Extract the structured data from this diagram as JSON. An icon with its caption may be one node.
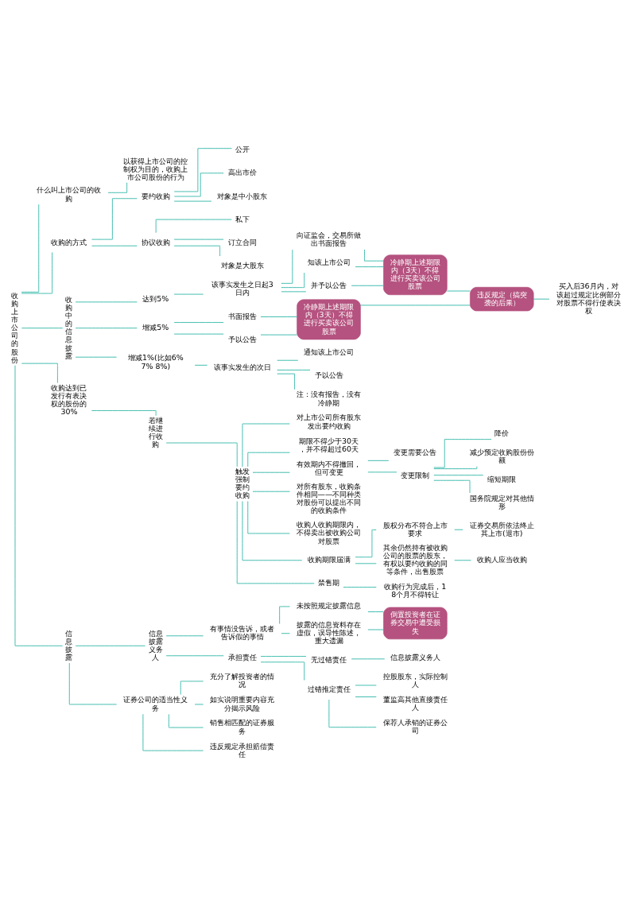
{
  "diagram": {
    "nodes": [
      {
        "text": [
          "收购上市公司的股份"
        ]
      },
      {
        "text": [
          "什么叫上市公司的收购"
        ]
      },
      {
        "text": [
          "以获得上市公司的控制权为目的，收购上市公司股份的行为"
        ]
      },
      {
        "text": [
          "收购的方式"
        ]
      },
      {
        "text": [
          "要约收购"
        ]
      },
      {
        "text": [
          "公开"
        ]
      },
      {
        "text": [
          "高出市价"
        ]
      },
      {
        "text": [
          "对象是中小股东"
        ]
      },
      {
        "text": [
          "协议收购"
        ]
      },
      {
        "text": [
          "私下"
        ]
      },
      {
        "text": [
          "订立合同"
        ]
      },
      {
        "text": [
          "对象是大股东"
        ]
      },
      {
        "text": [
          "收购中的信息披露"
        ]
      },
      {
        "text": [
          "达到5%"
        ]
      },
      {
        "text": [
          "该事实发生之日起3 日内"
        ]
      },
      {
        "text": [
          "向证监会，交易所做出书面报告"
        ]
      },
      {
        "text": [
          "知该上市公司"
        ]
      },
      {
        "text": [
          "并予以公告"
        ]
      },
      {
        "text": [
          "冷静期上述期限内（3天）不得进行买卖该公司股票"
        ]
      },
      {
        "text": [
          "违反规定（搞突袭的后果）"
        ]
      },
      {
        "text": [
          "买入后36月内，对该超过规定比例部分对股票不得行使表决权"
        ]
      },
      {
        "text": [
          "增减5%"
        ]
      },
      {
        "text": [
          "书面报告"
        ]
      },
      {
        "text": [
          "予以公告"
        ]
      },
      {
        "text": [
          "冷静期上述期限内（3天）不得进行买卖该公司股票"
        ]
      },
      {
        "text": [
          "增减1%(比如6% 7% 8%)"
        ]
      },
      {
        "text": [
          "该事实发生的次日"
        ]
      },
      {
        "text": [
          "通知该上市公司"
        ]
      },
      {
        "text": [
          "予以公告"
        ]
      },
      {
        "text": [
          "注：没有报告，没有冷静期"
        ]
      },
      {
        "text": [
          "收购达到已发行有表决权的股份的30%"
        ]
      },
      {
        "text": [
          "若继续进行收购"
        ]
      },
      {
        "text": [
          "触发强制要约收购"
        ]
      },
      {
        "text": [
          "对上市公司所有股东发出要约收购"
        ]
      },
      {
        "text": [
          "期限不得少于30天，并不得超过60天"
        ]
      },
      {
        "text": [
          "有效期内不得撤回，但可变更"
        ]
      },
      {
        "text": [
          "变更需要公告"
        ]
      },
      {
        "text": [
          "变更限制"
        ]
      },
      {
        "text": [
          "降价"
        ]
      },
      {
        "text": [
          "减少预定收购股份份额"
        ]
      },
      {
        "text": [
          "缩短期限"
        ]
      },
      {
        "text": [
          "国务院规定对其他情形"
        ]
      },
      {
        "text": [
          "对所有股东，收购条件相同——不同种类对股份可以提出不同的收购条件"
        ]
      },
      {
        "text": [
          "收购人收购期限内，不得卖出被收购公司对股票"
        ]
      },
      {
        "text": [
          "收购期限届满"
        ]
      },
      {
        "text": [
          "股权分布不符合上市要求"
        ]
      },
      {
        "text": [
          "证券交易所依法终止其上市(退市)"
        ]
      },
      {
        "text": [
          "其余仍然持有被收购公司的股票的股东，有权以要约收购的同等条件，出售股票"
        ]
      },
      {
        "text": [
          "收购人应当收购"
        ]
      },
      {
        "text": [
          "禁售期"
        ]
      },
      {
        "text": [
          "收购行为完成后，18个月不得转让"
        ]
      },
      {
        "text": [
          "信息披露"
        ]
      },
      {
        "text": [
          "信息披露义务人"
        ]
      },
      {
        "text": [
          "有事情没告诉，或者告诉假的事情"
        ]
      },
      {
        "text": [
          "未按照规定披露信息"
        ]
      },
      {
        "text": [
          "披露的信息资料存在虚假，误导性陈述，重大遗漏"
        ]
      },
      {
        "text": [
          "倒置投资者在证券交易中遭受损失"
        ]
      },
      {
        "text": [
          "承担责任"
        ]
      },
      {
        "text": [
          "无过错责任"
        ]
      },
      {
        "text": [
          "信息披露义务人"
        ]
      },
      {
        "text": [
          "过错推定责任"
        ]
      },
      {
        "text": [
          "控股股东，实际控制人"
        ]
      },
      {
        "text": [
          "董监高其他直接责任人"
        ]
      },
      {
        "text": [
          "保荐人承销的证券公司"
        ]
      },
      {
        "text": [
          "证券公司的适当性义务"
        ]
      },
      {
        "text": [
          "充分了解投资者的情况"
        ]
      },
      {
        "text": [
          "如实说明重要内容充分揭示风险"
        ]
      },
      {
        "text": [
          "销售相匹配的证券服务"
        ]
      },
      {
        "text": [
          "违反规定承担赔偿责任"
        ]
      }
    ],
    "edges": [
      {
        "from": 0,
        "to": 1,
        "arrow": "none"
      },
      {
        "from": 1,
        "to": 2,
        "arrow": "none"
      },
      {
        "from": 0,
        "to": 3,
        "arrow": "none"
      },
      {
        "from": 3,
        "to": 4,
        "arrow": "none"
      },
      {
        "from": 4,
        "to": 5,
        "arrow": "none"
      },
      {
        "from": 4,
        "to": 6,
        "arrow": "none"
      },
      {
        "from": 4,
        "to": 7,
        "arrow": "none"
      },
      {
        "from": 3,
        "to": 8,
        "arrow": "none"
      },
      {
        "from": 8,
        "to": 9,
        "arrow": "none"
      },
      {
        "from": 8,
        "to": 10,
        "arrow": "none"
      },
      {
        "from": 8,
        "to": 11,
        "arrow": "none"
      },
      {
        "from": 0,
        "to": 12,
        "arrow": "none"
      },
      {
        "from": 12,
        "to": 13,
        "arrow": "none"
      },
      {
        "from": 13,
        "to": 14,
        "arrow": "none"
      },
      {
        "from": 14,
        "to": 15,
        "arrow": "none"
      },
      {
        "from": 14,
        "to": 16,
        "arrow": "none"
      },
      {
        "from": 14,
        "to": 17,
        "arrow": "none"
      },
      {
        "from": 15,
        "to": 18,
        "arrow": "none"
      },
      {
        "from": 16,
        "to": 18,
        "arrow": "none"
      },
      {
        "from": 17,
        "to": 18,
        "arrow": "none"
      },
      {
        "from": 18,
        "to": 19,
        "arrow": "none"
      },
      {
        "from": 24,
        "to": 19,
        "arrow": "none"
      },
      {
        "from": 19,
        "to": 20,
        "arrow": "none"
      },
      {
        "from": 12,
        "to": 21,
        "arrow": "none"
      },
      {
        "from": 21,
        "to": 22,
        "arrow": "none"
      },
      {
        "from": 21,
        "to": 23,
        "arrow": "none"
      },
      {
        "from": 22,
        "to": 24,
        "arrow": "none"
      },
      {
        "from": 23,
        "to": 24,
        "arrow": "none"
      },
      {
        "from": 12,
        "to": 25,
        "arrow": "none"
      },
      {
        "from": 25,
        "to": 26,
        "arrow": "none"
      },
      {
        "from": 26,
        "to": 27,
        "arrow": "none"
      },
      {
        "from": 26,
        "to": 28,
        "arrow": "none"
      },
      {
        "from": 26,
        "to": 29,
        "arrow": "none"
      },
      {
        "from": 0,
        "to": 30,
        "arrow": "none"
      },
      {
        "from": 30,
        "to": 31,
        "arrow": "none"
      },
      {
        "from": 31,
        "to": 32,
        "arrow": "none"
      },
      {
        "from": 32,
        "to": 33,
        "arrow": "none"
      },
      {
        "from": 32,
        "to": 34,
        "arrow": "none"
      },
      {
        "from": 32,
        "to": 35,
        "arrow": "none"
      },
      {
        "from": 35,
        "to": 36,
        "arrow": "none"
      },
      {
        "from": 35,
        "to": 37,
        "arrow": "none"
      },
      {
        "from": 37,
        "to": 38,
        "arrow": "none"
      },
      {
        "from": 37,
        "to": 39,
        "arrow": "none"
      },
      {
        "from": 37,
        "to": 40,
        "arrow": "none"
      },
      {
        "from": 37,
        "to": 41,
        "arrow": "none"
      },
      {
        "from": 32,
        "to": 42,
        "arrow": "none"
      },
      {
        "from": 32,
        "to": 43,
        "arrow": "none"
      },
      {
        "from": 32,
        "to": 44,
        "arrow": "none"
      },
      {
        "from": 44,
        "to": 45,
        "arrow": "none"
      },
      {
        "from": 45,
        "to": 46,
        "arrow": "none"
      },
      {
        "from": 44,
        "to": 47,
        "arrow": "none"
      },
      {
        "from": 47,
        "to": 48,
        "arrow": "none"
      },
      {
        "from": 32,
        "to": 49,
        "arrow": "none"
      },
      {
        "from": 49,
        "to": 50,
        "arrow": "none"
      },
      {
        "from": 0,
        "to": 51,
        "arrow": "none"
      },
      {
        "from": 51,
        "to": 52,
        "arrow": "none"
      },
      {
        "from": 52,
        "to": 53,
        "arrow": "none"
      },
      {
        "from": 53,
        "to": 54,
        "arrow": "none"
      },
      {
        "from": 53,
        "to": 55,
        "arrow": "none"
      },
      {
        "from": 54,
        "to": 56,
        "arrow": "none"
      },
      {
        "from": 55,
        "to": 56,
        "arrow": "none"
      },
      {
        "from": 52,
        "to": 57,
        "arrow": "none"
      },
      {
        "from": 57,
        "to": 58,
        "arrow": "none"
      },
      {
        "from": 58,
        "to": 59,
        "arrow": "none"
      },
      {
        "from": 57,
        "to": 60,
        "arrow": "none"
      },
      {
        "from": 60,
        "to": 61,
        "arrow": "none"
      },
      {
        "from": 60,
        "to": 62,
        "arrow": "none"
      },
      {
        "from": 60,
        "to": 63,
        "arrow": "none"
      },
      {
        "from": 51,
        "to": 64,
        "arrow": "none"
      },
      {
        "from": 64,
        "to": 65,
        "arrow": "none"
      },
      {
        "from": 64,
        "to": 66,
        "arrow": "none"
      },
      {
        "from": 64,
        "to": 67,
        "arrow": "none"
      },
      {
        "from": 64,
        "to": 68,
        "arrow": "none"
      }
    ]
  }
}
